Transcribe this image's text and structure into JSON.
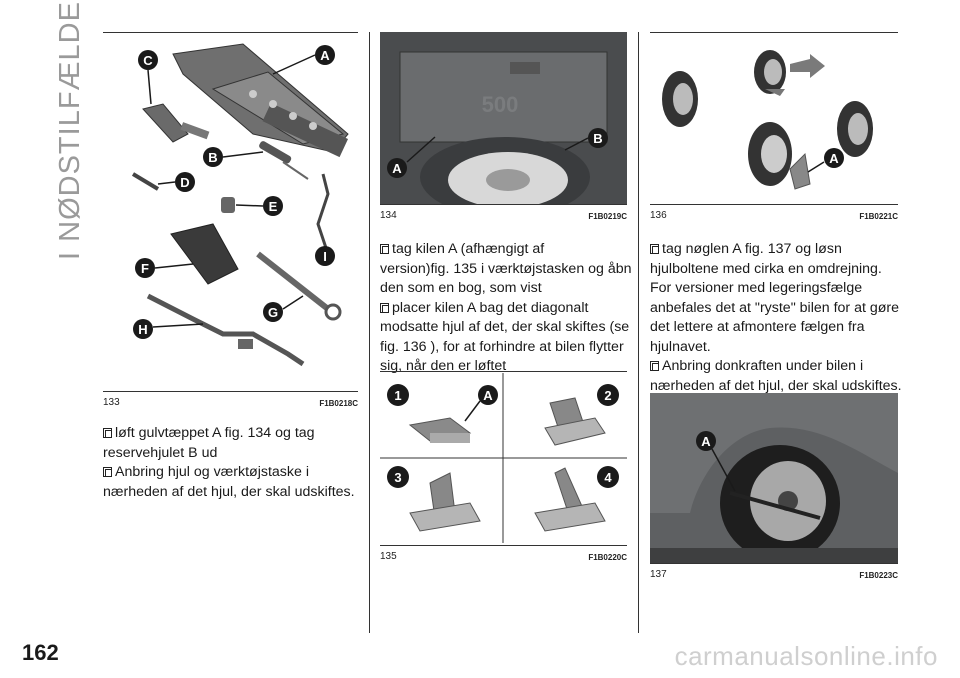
{
  "section_title": "I NØDSTILFÆLDE",
  "page_number": "162",
  "watermark": "carmanualsonline.info",
  "figures": {
    "fig133": {
      "number": "133",
      "code": "F1B0218C",
      "callouts": [
        "A",
        "B",
        "C",
        "D",
        "E",
        "F",
        "G",
        "H",
        "I"
      ]
    },
    "fig134": {
      "number": "134",
      "code": "F1B0219C",
      "callouts": [
        "A",
        "B"
      ]
    },
    "fig135": {
      "number": "135",
      "code": "F1B0220C",
      "steps": [
        "1",
        "2",
        "3",
        "4"
      ],
      "callouts": [
        "A"
      ]
    },
    "fig136": {
      "number": "136",
      "code": "F1B0221C",
      "callouts": [
        "A"
      ]
    },
    "fig137": {
      "number": "137",
      "code": "F1B0223C",
      "callouts": [
        "A"
      ]
    }
  },
  "col1_text": {
    "line1": "løft gulvtæppet A fig. 134 og tag",
    "line2": "reservehjulet B ud",
    "line3": "Anbring hjul og værktøjstaske i",
    "line4": "nærheden af det hjul, der skal udskiftes."
  },
  "col2_text": {
    "line1": "tag kilen A (afhængigt af",
    "line2": "version)fig. 135 i værktøjstasken og åbn",
    "line3": "den som en bog, som vist",
    "line4": "placer kilen A bag det diagonalt",
    "line5": "modsatte hjul af det, der skal skiftes (se",
    "line6": "fig. 136 ), for at forhindre at bilen flytter",
    "line7": "sig, når den er løftet"
  },
  "col3_text": {
    "line1": "tag nøglen A fig. 137 og løsn",
    "line2": "hjulboltene med cirka en omdrejning.",
    "line3": "For versioner med legeringsfælge",
    "line4": "anbefales det at \"ryste\" bilen for at gøre",
    "line5": "det lettere at afmontere fælgen fra",
    "line6": "hjulnavet.",
    "line7": "Anbring donkraften under bilen i",
    "line8": "nærheden af det hjul, der skal udskiftes."
  },
  "colors": {
    "callout": "#1a1a1a",
    "arrow": "#7a7a7a",
    "photo_bg": "#5b5d5f"
  }
}
